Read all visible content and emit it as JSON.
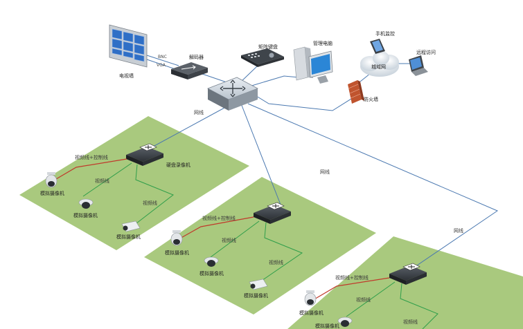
{
  "core": {
    "video_wall": "电视墙",
    "decoder": "解码器",
    "keyboard": "矩阵键盘",
    "management_pc": "管理电脑",
    "mobile_monitor": "手机监控",
    "remote_access": "远程访问",
    "wan": "城域网",
    "firewall": "防火墙",
    "bnc_label": "BNC",
    "vga_label": "VGA"
  },
  "links": {
    "network": "网线",
    "video_control": "视频线+控制线",
    "video": "视频线"
  },
  "zones": [
    {
      "dvr": "硬盘录像机",
      "cameras": [
        "模拟摄像机",
        "模拟摄像机",
        "模拟摄像机"
      ]
    },
    {
      "cameras": [
        "模拟摄像机",
        "模拟摄像机",
        "模拟摄像机"
      ]
    },
    {
      "cameras": [
        "模拟摄像机",
        "模拟摄像机"
      ]
    }
  ],
  "colors": {
    "zone_fill": "#a9c97e",
    "network_line": "#4a78b0",
    "control_line": "#c0392b",
    "video_line": "#2e9e4a"
  }
}
